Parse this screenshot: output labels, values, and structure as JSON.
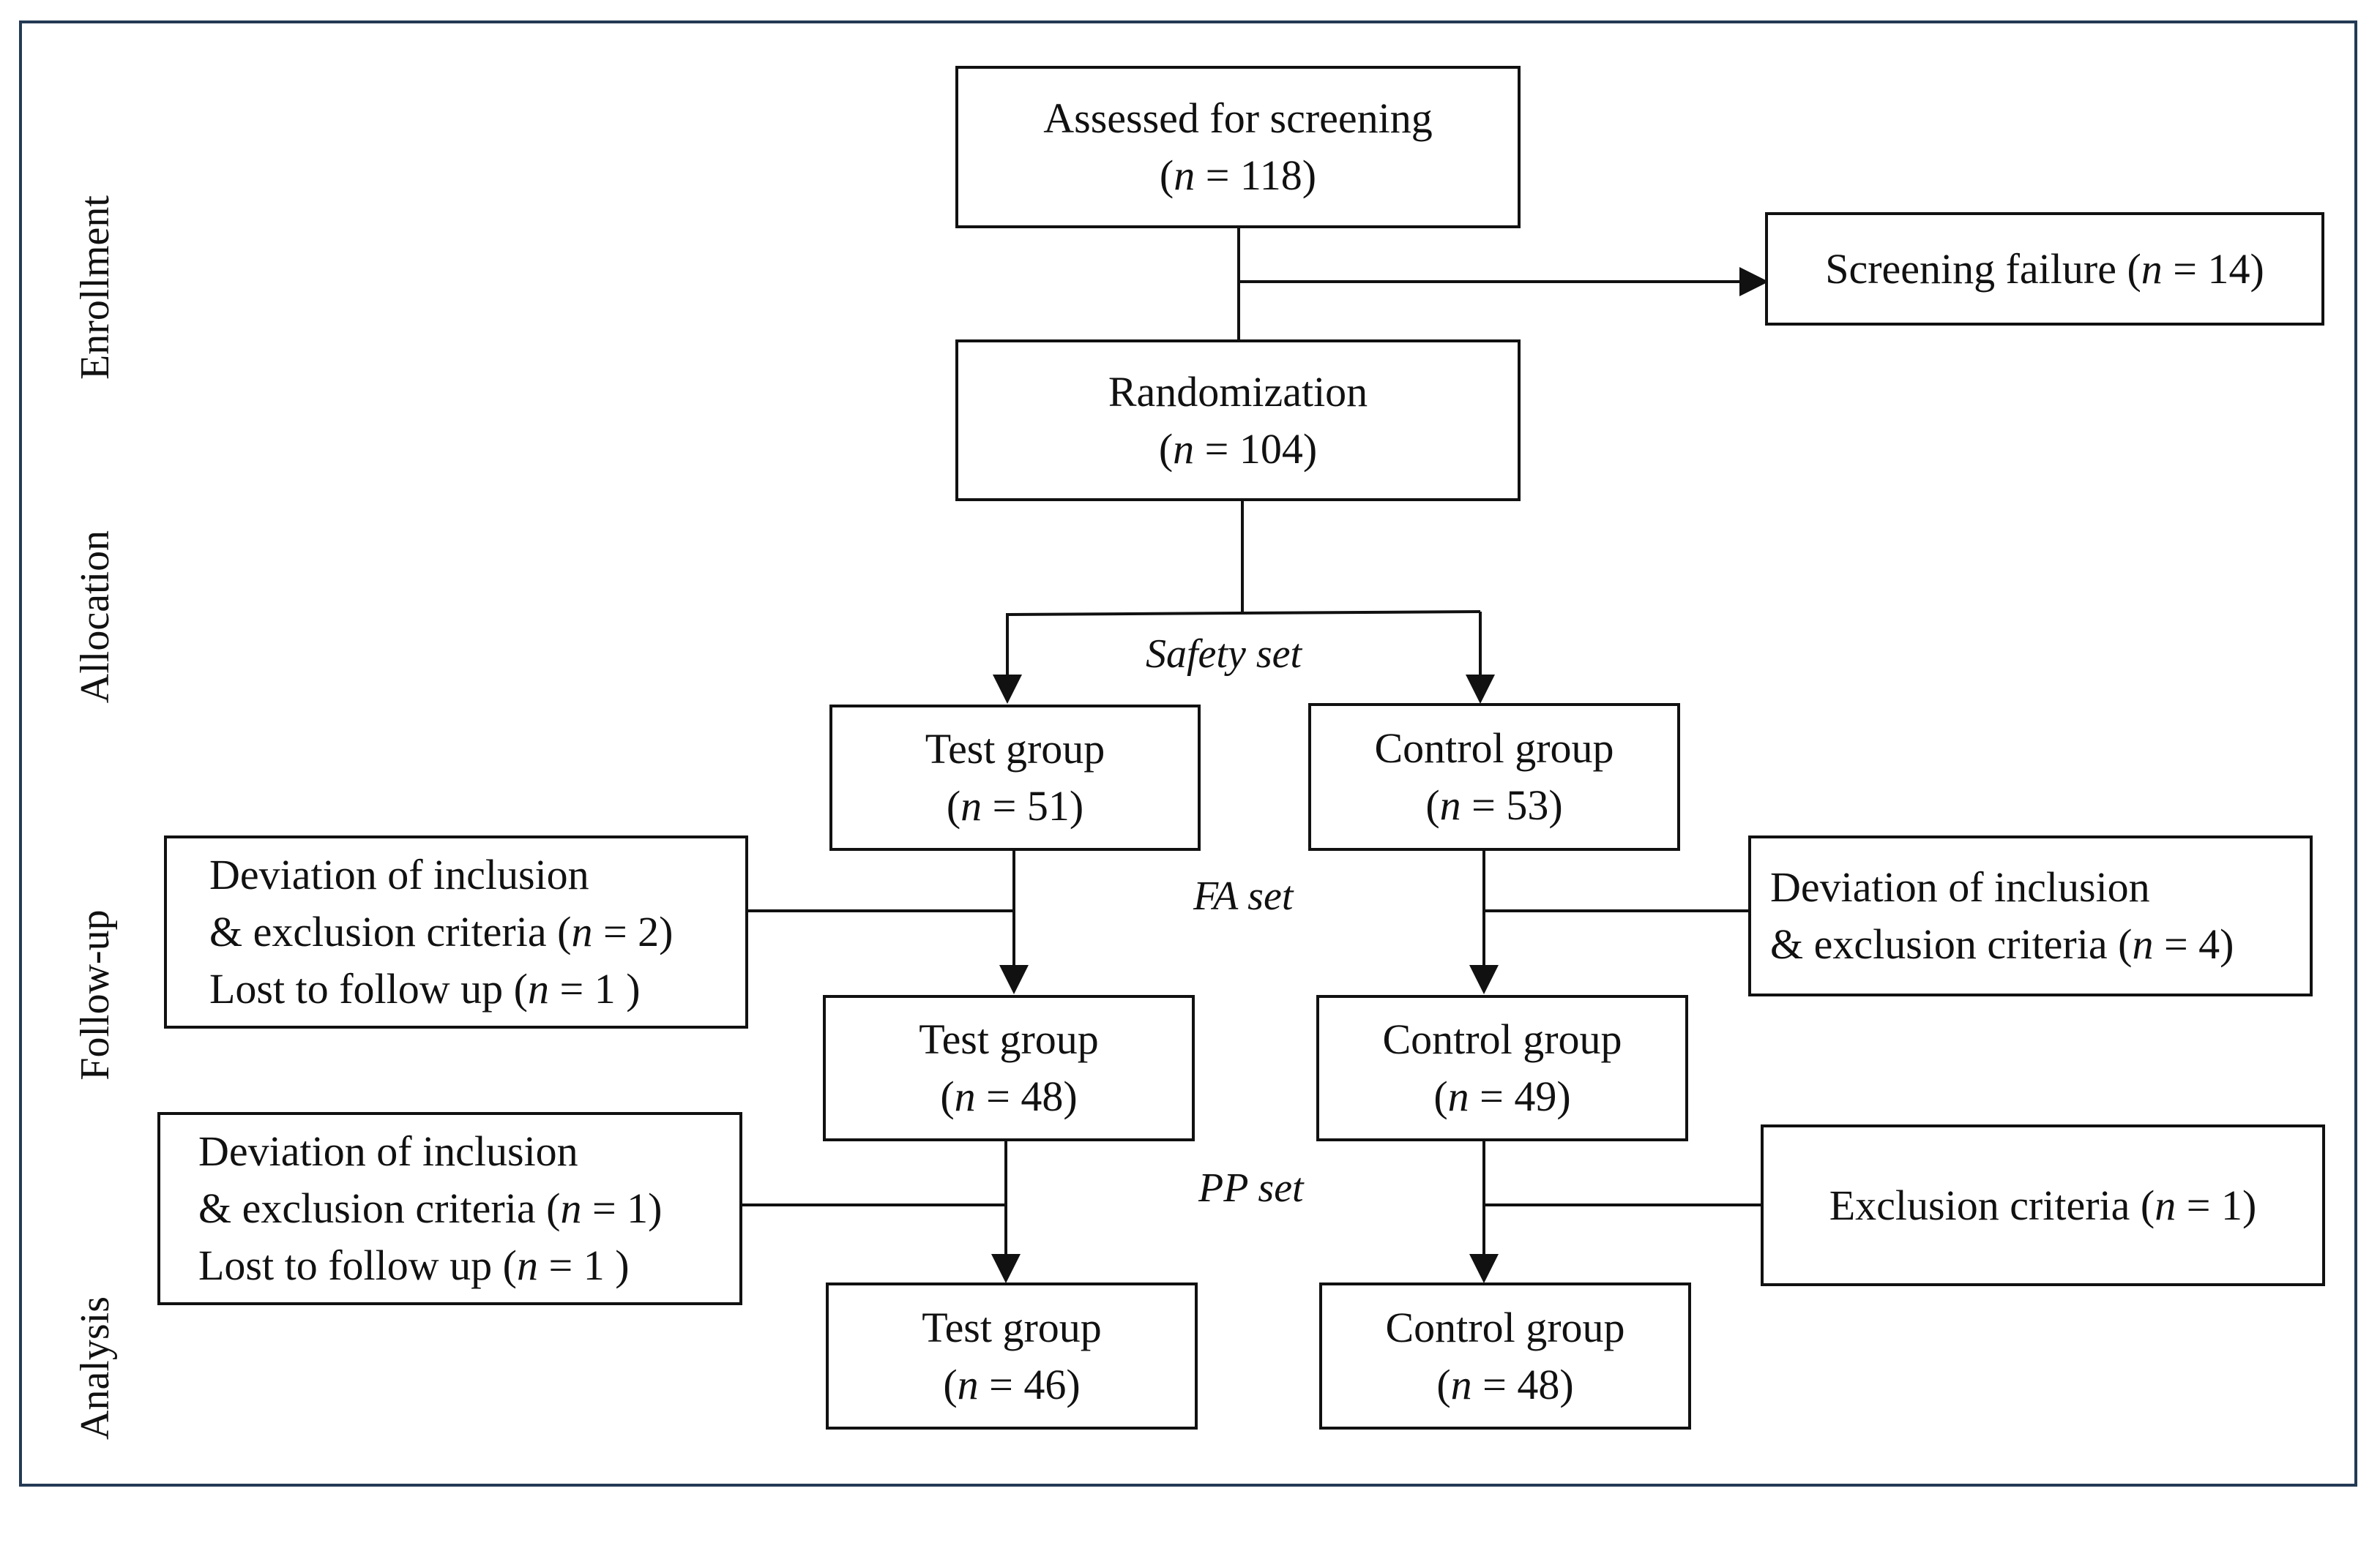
{
  "phases": {
    "enrollment": "Enrollment",
    "allocation": "Allocation",
    "follow_up": "Follow-up",
    "analysis": "Analysis"
  },
  "boxes": {
    "assessed": {
      "line1": "Assessed for screening",
      "line2": "(n = 118)"
    },
    "screening_failure": {
      "line1": "Screening failure (n =  14)"
    },
    "randomization": {
      "line1": "Randomization",
      "line2": "(n = 104)"
    },
    "test_safety": {
      "line1": "Test group",
      "line2": "(n = 51)"
    },
    "control_safety": {
      "line1": "Control group",
      "line2": "(n = 53)"
    },
    "test_fa": {
      "line1": "Test group",
      "line2": "(n = 48)"
    },
    "control_fa": {
      "line1": "Control group",
      "line2": "(n = 49)"
    },
    "test_pp": {
      "line1": "Test group",
      "line2": "(n = 46)"
    },
    "control_pp": {
      "line1": "Control group",
      "line2": "(n = 48)"
    },
    "test_excl_fa": {
      "line1": "Deviation of inclusion",
      "line2": "& exclusion criteria (n = 2)",
      "line3": "Lost to follow up (n = 1 )"
    },
    "control_excl_fa": {
      "line1": "Deviation of inclusion",
      "line2": "& exclusion criteria (n = 4)"
    },
    "test_excl_pp": {
      "line1": "Deviation of inclusion",
      "line2": "& exclusion criteria (n = 1)",
      "line3": "Lost to follow up (n = 1 )"
    },
    "control_excl_pp": {
      "line1": "Exclusion criteria (n = 1)"
    }
  },
  "set_labels": {
    "safety": "Safety set",
    "fa": "FA set",
    "pp": "PP set"
  }
}
